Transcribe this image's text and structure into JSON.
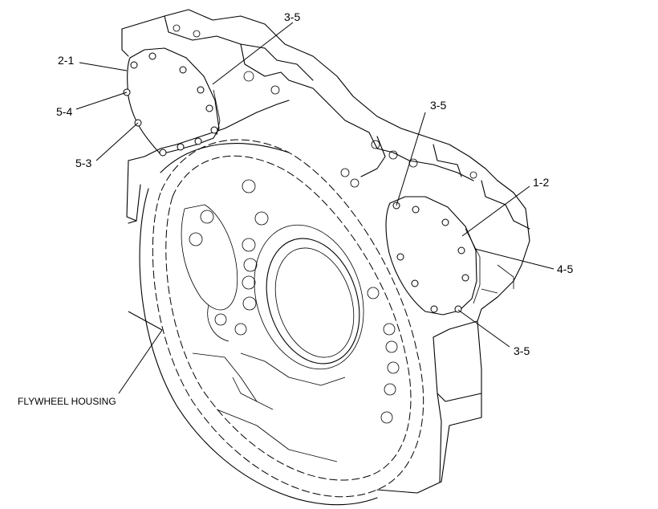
{
  "callouts": {
    "top_3_5": "3-5",
    "left_2_1": "2-1",
    "left_5_4": "5-4",
    "left_5_3": "5-3",
    "right_3_5_upper": "3-5",
    "right_1_2": "1-2",
    "right_4_5": "4-5",
    "right_3_5_lower": "3-5"
  },
  "labels": {
    "flywheel_housing": "FLYWHEEL HOUSING"
  }
}
